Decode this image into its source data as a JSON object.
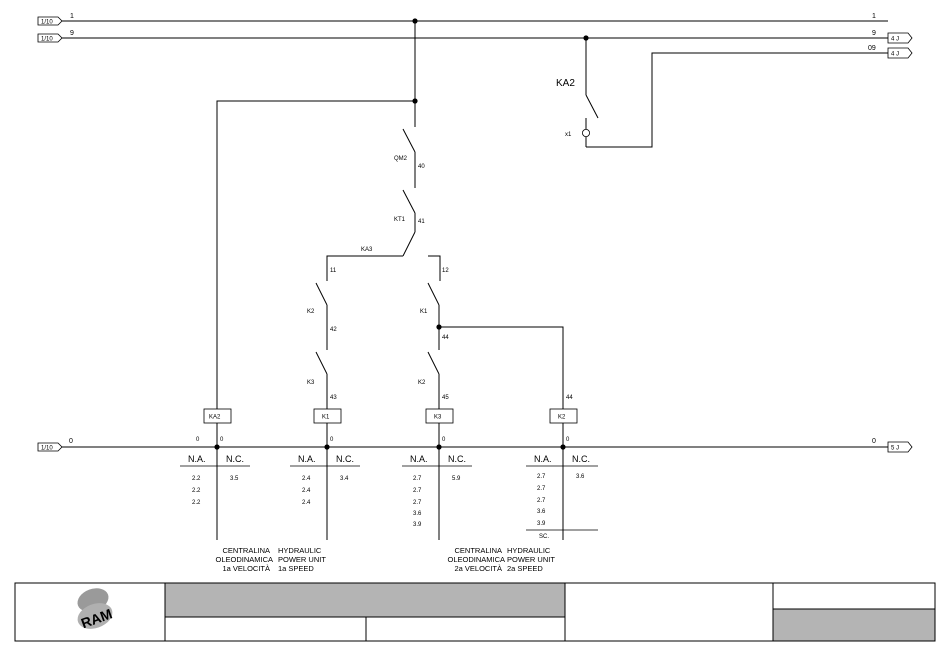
{
  "sheet_refs": {
    "in_top_1": "1/10",
    "in_top_9": "1/10",
    "in_bottom": "1/10",
    "out_top_1": "4 J",
    "out_top_2": "4 J",
    "out_bottom": "5 J"
  },
  "wires": {
    "w1_left": "1",
    "w1_right": "1",
    "w9_left": "9",
    "w9_right": "9",
    "w09_right": "09",
    "w0_left": "0",
    "w0_right": "0"
  },
  "ka2_aux": {
    "label": "KA2",
    "pin": "x1"
  },
  "contacts": {
    "qm2": "QM2",
    "qm2_wire": "40",
    "kt1": "KT1",
    "kt1_wire": "41",
    "ka3": "KA3",
    "w11": "11",
    "w12": "12",
    "k2_a": "K2",
    "w42": "42",
    "k1_a": "K1",
    "w44_a": "44",
    "k3_a": "K3",
    "w43": "43",
    "k2_b": "K2",
    "w45": "45",
    "w44_b": "44"
  },
  "coils": [
    {
      "name": "KA2",
      "wire": "0",
      "na": [
        "2.2",
        "2.2",
        "2.2"
      ],
      "nc": [
        "3.5"
      ],
      "node": "0"
    },
    {
      "name": "K1",
      "wire": "0",
      "na": [
        "2.4",
        "2.4",
        "2.4"
      ],
      "nc": [
        "3.4"
      ]
    },
    {
      "name": "K3",
      "wire": "0",
      "na": [
        "2.7",
        "2.7",
        "2.7",
        "3.6",
        "3.9"
      ],
      "nc": [
        "5.9"
      ]
    },
    {
      "name": "K2",
      "wire": "0",
      "na": [
        "2.7",
        "2.7",
        "2.7",
        "3.6",
        "3.9"
      ],
      "nc": [
        "3.6"
      ],
      "extra": "SC."
    }
  ],
  "col_headers": {
    "na": "N.A.",
    "nc": "N.C."
  },
  "descriptions": {
    "speed1_it": [
      "CENTRALINA",
      "OLEODINAMICA",
      "1a VELOCITÀ"
    ],
    "speed1_en": [
      "HYDRAULIC",
      "POWER UNIT",
      "1a SPEED"
    ],
    "speed2_it": [
      "CENTRALINA",
      "OLEODINAMICA",
      "2a VELOCITÀ"
    ],
    "speed2_en": [
      "HYDRAULIC",
      "POWER UNIT",
      "2a SPEED"
    ]
  },
  "logo": {
    "text": "RAM"
  },
  "colors": {
    "line": "#000000",
    "title_fill": "#b4b4b4",
    "logo_gray": "#9a9a9a"
  }
}
